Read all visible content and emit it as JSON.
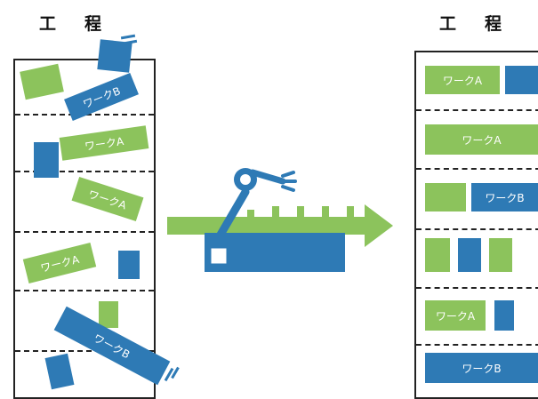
{
  "titles": {
    "left": [
      "工",
      "程"
    ],
    "right": [
      "工",
      "程"
    ]
  },
  "labels": {
    "work_a": "ワークA",
    "work_b": "ワークB"
  },
  "colors": {
    "green": "#8cc35c",
    "blue": "#2e7ab5",
    "arrow": "#8cc35c",
    "robot": "#2e7ab5",
    "border": "#222222"
  },
  "icons": {
    "robot": "robot-arm-conveyor-icon",
    "arrow": "right-arrow-icon"
  }
}
